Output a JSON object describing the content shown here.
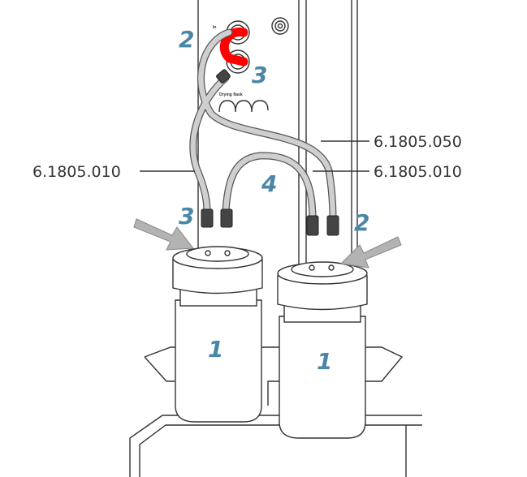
{
  "diagram": {
    "part_labels": {
      "bottle_left": "1",
      "bottle_right": "1",
      "port_top": "2",
      "port_bottom": "3",
      "tube_left_end": "3",
      "tube_right_end": "2",
      "connecting_tube": "4"
    },
    "callouts": {
      "upper_right": "6.1805.050",
      "lower_right": "6.1805.010",
      "left": "6.1805.010"
    },
    "panel_text": {
      "port_in": "In",
      "drying_flask": "Drying flask"
    },
    "colors": {
      "highlight_tube": "#ff0000",
      "label_numbers": "#4a86a6",
      "tubing": "#c8c8c8",
      "arrows": "#b3b3b3"
    }
  }
}
